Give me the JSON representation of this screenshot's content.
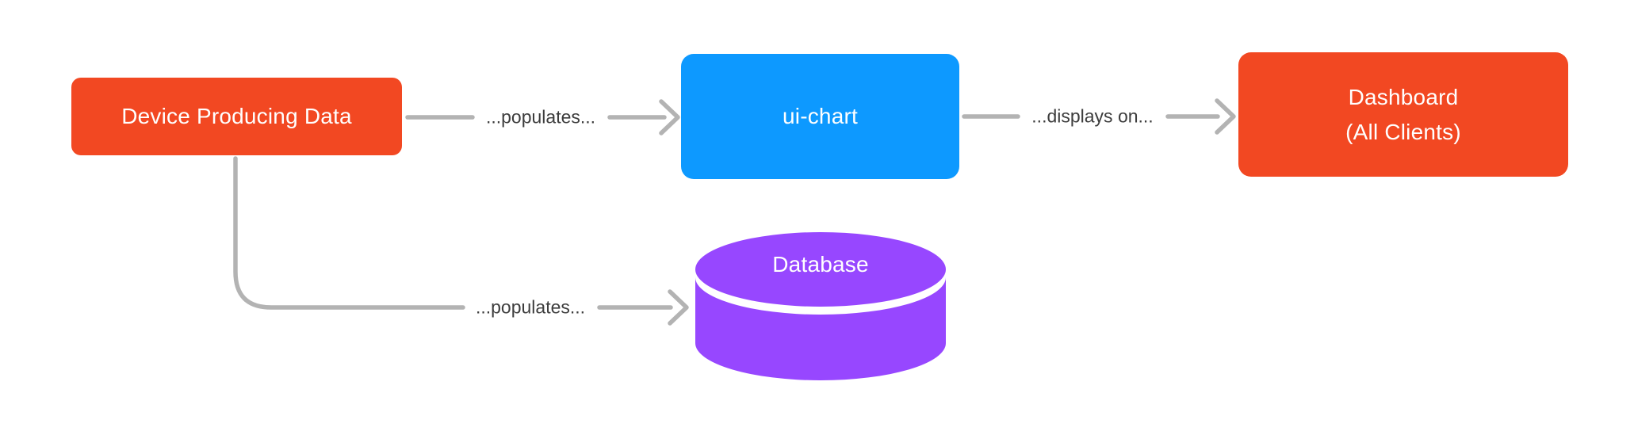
{
  "diagram": {
    "background": "#FFFFFF",
    "nodes": {
      "device": {
        "label": "Device Producing Data",
        "shape": "rounded-rect",
        "fill": "#F24822",
        "text_color": "#FFFFFF"
      },
      "ui_chart": {
        "label": "ui-chart",
        "shape": "rounded-rect",
        "fill": "#0D99FF",
        "text_color": "#FFFFFF"
      },
      "dashboard": {
        "label_lines": [
          "Dashboard",
          "(All Clients)"
        ],
        "shape": "rounded-rect",
        "fill": "#F24822",
        "text_color": "#FFFFFF"
      },
      "database": {
        "label": "Database",
        "shape": "cylinder",
        "fill": "#9747FF",
        "text_color": "#FFFFFF"
      }
    },
    "edges": [
      {
        "from": "device",
        "to": "ui_chart",
        "label": "...populates..."
      },
      {
        "from": "ui_chart",
        "to": "dashboard",
        "label": "...displays on..."
      },
      {
        "from": "device",
        "to": "database",
        "label": "...populates..."
      }
    ],
    "edge_style": {
      "line_color": "#B3B3B3",
      "label_color": "#3D3D3D",
      "arrowhead": "open-chevron"
    }
  }
}
